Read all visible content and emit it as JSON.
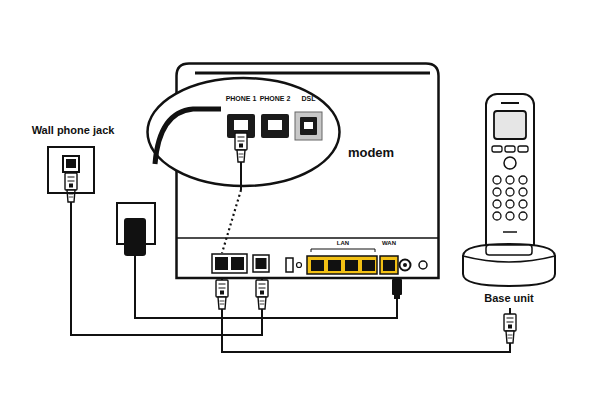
{
  "diagram": {
    "nodes": [
      {
        "text": [
          "Wall phone jack"
        ]
      },
      {
        "text": [
          "modem"
        ]
      },
      {
        "text": [
          "PHONE 1",
          "PHONE 2",
          "DSL"
        ]
      },
      {
        "text": [
          "Base unit"
        ]
      }
    ],
    "edges": [
      {
        "from": 0,
        "to": 1,
        "arrow": "none"
      },
      {
        "from": 1,
        "to": 3,
        "arrow": "none"
      }
    ],
    "labels": [
      "LAN",
      "WAN"
    ]
  }
}
